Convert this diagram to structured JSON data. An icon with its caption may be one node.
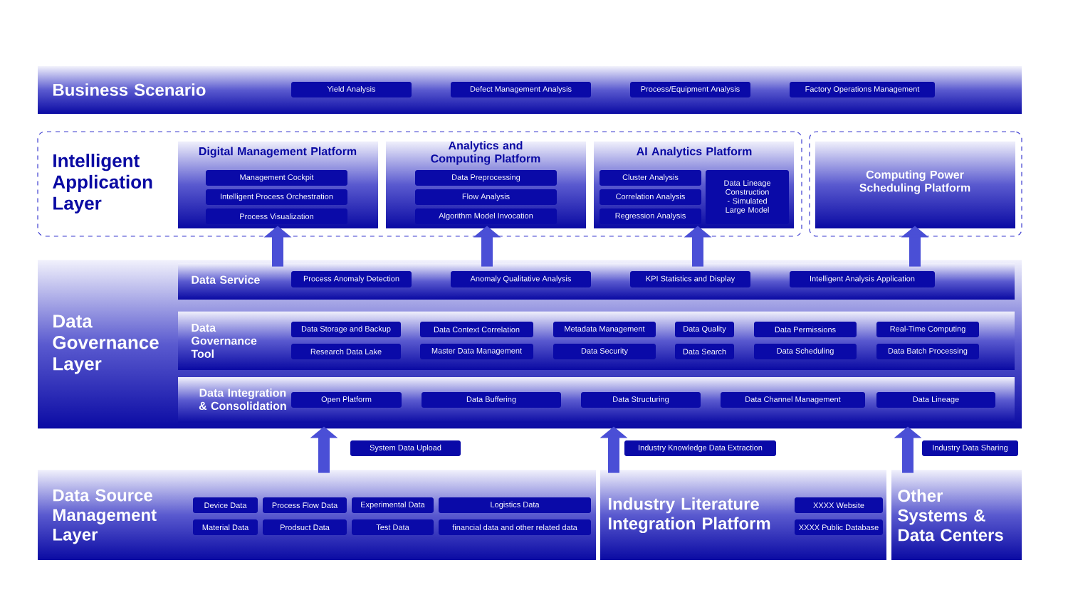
{
  "diagram": {
    "nodes": [
      {
        "text": [
          "Business Scenario"
        ]
      },
      {
        "text": [
          "Yield Analysis"
        ],
        "in": 0
      },
      {
        "text": [
          "Defect Management Analysis"
        ],
        "in": 0
      },
      {
        "text": [
          "Process/Equipment Analysis"
        ],
        "in": 0
      },
      {
        "text": [
          "Factory Operations Management"
        ],
        "in": 0
      },
      {
        "text": [
          "Intelligent Application Layer"
        ]
      },
      {
        "text": [
          "Digital Management Platform"
        ],
        "in": 5
      },
      {
        "text": [
          "Management Cockpit"
        ],
        "in": 6
      },
      {
        "text": [
          "Intelligent Process Orchestration"
        ],
        "in": 6
      },
      {
        "text": [
          "Process Visualization"
        ],
        "in": 6
      },
      {
        "text": [
          "Analytics and Computing Platform"
        ],
        "in": 5
      },
      {
        "text": [
          "Data Preprocessing"
        ],
        "in": 10
      },
      {
        "text": [
          "Flow Analysis"
        ],
        "in": 10
      },
      {
        "text": [
          "Algorithm Model Invocation"
        ],
        "in": 10
      },
      {
        "text": [
          "AI Analytics Platform"
        ],
        "in": 5
      },
      {
        "text": [
          "Cluster Analysis"
        ],
        "in": 14
      },
      {
        "text": [
          "Correlation Analysis"
        ],
        "in": 14
      },
      {
        "text": [
          "Regression Analysis"
        ],
        "in": 14
      },
      {
        "text": [
          "Data Lineage Construction - Simulated Large Model"
        ],
        "in": 14
      },
      {
        "text": [],
        "shape": "box"
      },
      {
        "text": [
          "Computing Power Scheduling Platform"
        ],
        "in": 19
      },
      {
        "text": [
          "Data Governance Layer"
        ]
      },
      {
        "text": [
          "Data Service"
        ],
        "in": 21
      },
      {
        "text": [
          "Process Anomaly Detection"
        ],
        "in": 22
      },
      {
        "text": [
          "Anomaly Qualitative Analysis"
        ],
        "in": 22
      },
      {
        "text": [
          "KPI Statistics and Display"
        ],
        "in": 22
      },
      {
        "text": [
          "Intelligent Analysis Application"
        ],
        "in": 22
      },
      {
        "text": [
          "Data Governance Tool"
        ],
        "in": 21
      },
      {
        "text": [
          "Data Storage and Backup"
        ],
        "in": 27
      },
      {
        "text": [
          "Data Context Correlation"
        ],
        "in": 27
      },
      {
        "text": [
          "Metadata Management"
        ],
        "in": 27
      },
      {
        "text": [
          "Data Quality"
        ],
        "in": 27
      },
      {
        "text": [
          "Data Permissions"
        ],
        "in": 27
      },
      {
        "text": [
          "Real-Time Computing"
        ],
        "in": 27
      },
      {
        "text": [
          "Research Data Lake"
        ],
        "in": 27
      },
      {
        "text": [
          "Master Data Management"
        ],
        "in": 27
      },
      {
        "text": [
          "Data Security"
        ],
        "in": 27
      },
      {
        "text": [
          "Data Search"
        ],
        "in": 27
      },
      {
        "text": [
          "Data Scheduling"
        ],
        "in": 27
      },
      {
        "text": [
          "Data Batch Processing"
        ],
        "in": 27
      },
      {
        "text": [
          "Data Integration & Consolidation"
        ],
        "in": 21
      },
      {
        "text": [
          "Open Platform"
        ],
        "in": 40
      },
      {
        "text": [
          "Data Buffering"
        ],
        "in": 40
      },
      {
        "text": [
          "Data Structuring"
        ],
        "in": 40
      },
      {
        "text": [
          "Data Channel Management"
        ],
        "in": 40
      },
      {
        "text": [
          "Data Lineage"
        ],
        "in": 40
      },
      {
        "text": [
          "Data Source Management Layer"
        ]
      },
      {
        "text": [
          "Device Data"
        ],
        "in": 46
      },
      {
        "text": [
          "Process Flow Data"
        ],
        "in": 46
      },
      {
        "text": [
          "Experimental Data"
        ],
        "in": 46
      },
      {
        "text": [
          "Logistics Data"
        ],
        "in": 46
      },
      {
        "text": [
          "Material Data"
        ],
        "in": 46
      },
      {
        "text": [
          "Prodsuct Data"
        ],
        "in": 46
      },
      {
        "text": [
          "Test Data"
        ],
        "in": 46
      },
      {
        "text": [
          "financial data and other related data"
        ],
        "in": 46
      },
      {
        "text": [
          "Industry Literature Integration Platform"
        ]
      },
      {
        "text": [
          "XXXX Website"
        ],
        "in": 55
      },
      {
        "text": [
          "XXXX Public Database"
        ],
        "in": 55
      },
      {
        "text": [
          "Other Systems & Data Centers"
        ]
      },
      {
        "text": [
          "System Data Upload"
        ]
      },
      {
        "text": [
          "Industry Knowledge Data Extraction"
        ]
      },
      {
        "text": [
          "Industry Data Sharing"
        ]
      }
    ],
    "edges": [
      {
        "from": 22,
        "to": 6,
        "arrow": "to"
      },
      {
        "from": 22,
        "to": 10,
        "arrow": "to"
      },
      {
        "from": 22,
        "to": 14,
        "arrow": "to"
      },
      {
        "from": 22,
        "to": 20,
        "arrow": "to"
      },
      {
        "from": 46,
        "to": 21,
        "arrow": "to"
      },
      {
        "from": 55,
        "to": 21,
        "arrow": "to"
      },
      {
        "from": 58,
        "to": 21,
        "arrow": "to"
      }
    ]
  }
}
